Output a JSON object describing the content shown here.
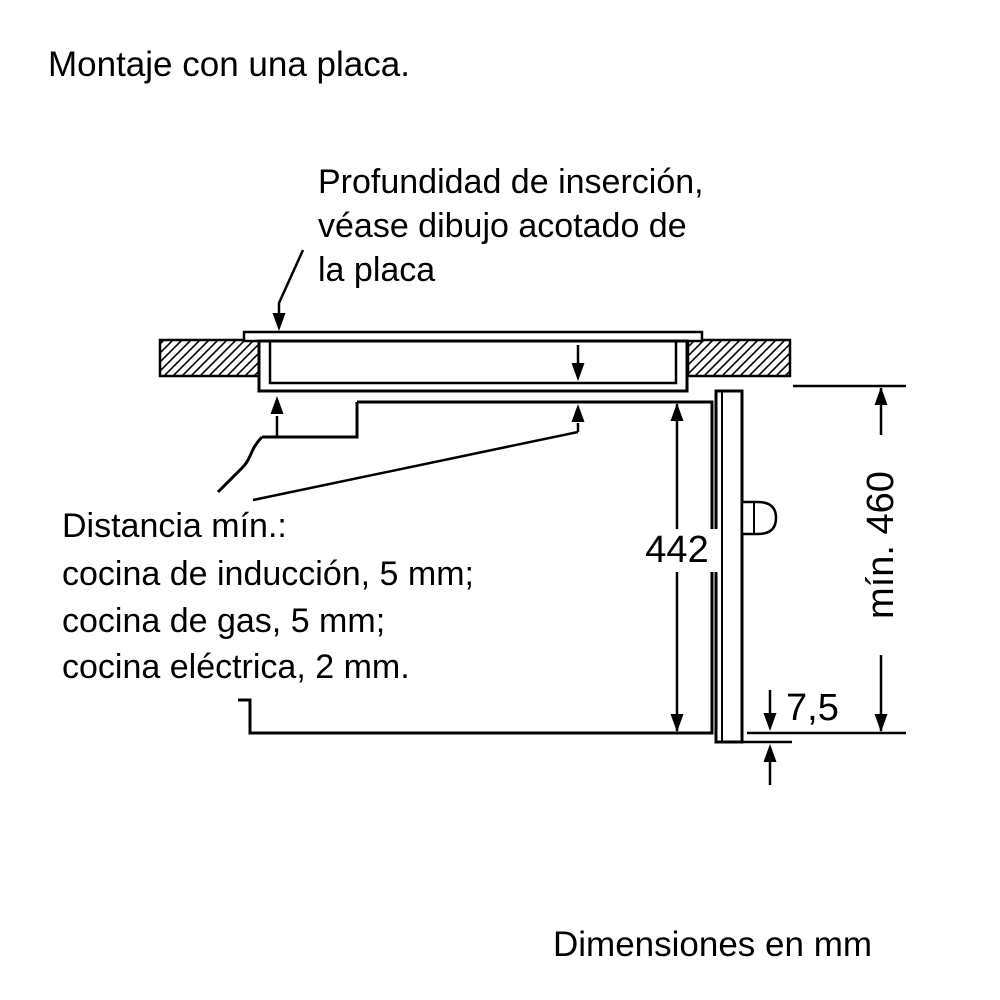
{
  "page": {
    "title": "Montaje con una placa.",
    "footer_note": "Dimensiones en mm"
  },
  "labels": {
    "insertion_note_line1": "Profundidad de inserción,",
    "insertion_note_line2": "véase dibujo acotado de",
    "insertion_note_line3": "la placa",
    "distance_note_line1": "Distancia mín.:",
    "distance_note_line2": "cocina de inducción, 5 mm;",
    "distance_note_line3": "cocina de gas, 5 mm;",
    "distance_note_line4": "cocina eléctrica, 2 mm."
  },
  "dimensions": {
    "oven_height_mm": "442",
    "niche_min_height": "mín. 460",
    "door_overhang_mm": "7,5"
  },
  "colors": {
    "line": "#000000",
    "background": "#ffffff"
  }
}
